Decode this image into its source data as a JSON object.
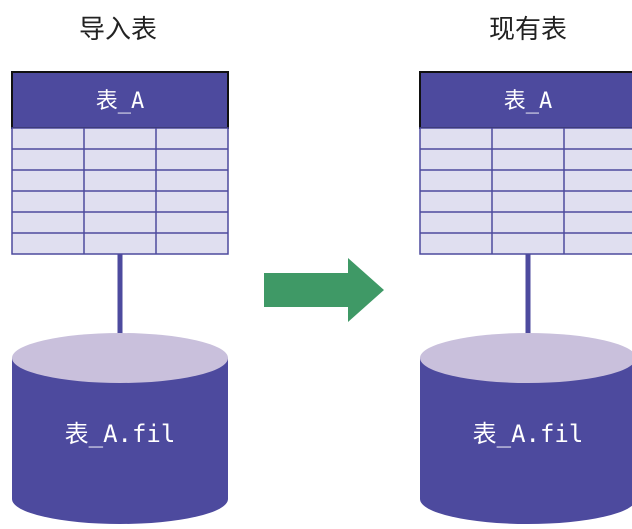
{
  "import_section": {
    "caption": "导入表",
    "table_name": "表_A",
    "file_name": "表_A.fil"
  },
  "existing_section": {
    "caption": "现有表",
    "table_name": "表_A",
    "file_name": "表_A.fil"
  },
  "colors": {
    "header_fill": "#4d4a9e",
    "grid_fill": "#e0dff0",
    "grid_line": "#4d4a9e",
    "connector": "#4d4a9e",
    "cylinder_body": "#4d4a9e",
    "cylinder_top": "#c9c0dc",
    "arrow": "#3f9966"
  }
}
